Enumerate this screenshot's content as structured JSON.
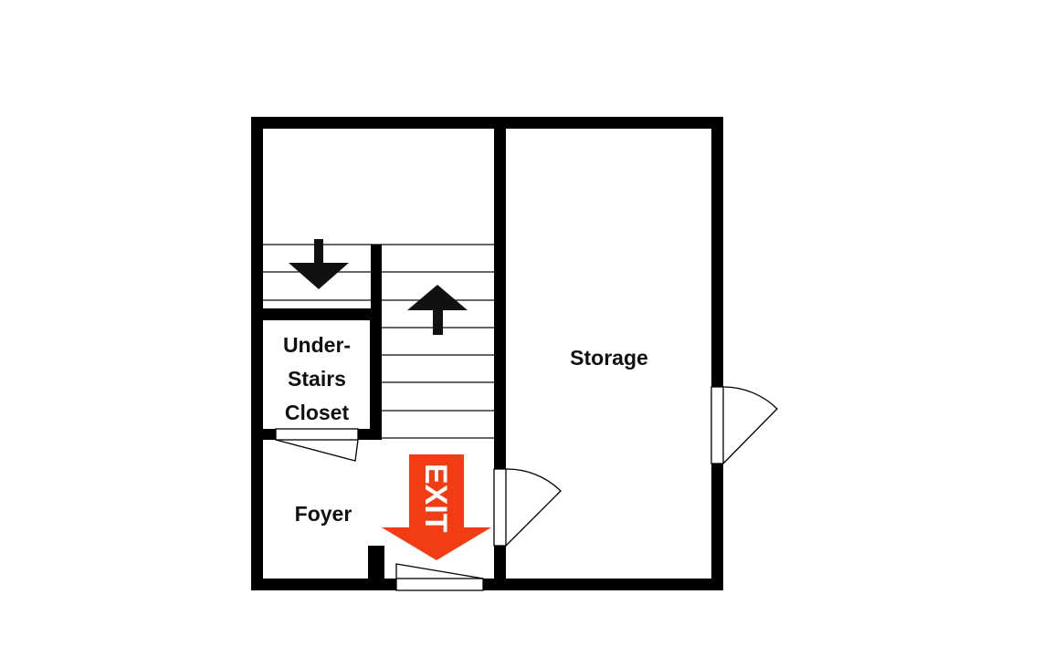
{
  "rooms": {
    "closet_line1": "Under-",
    "closet_line2": "Stairs",
    "closet_line3": "Closet",
    "foyer": "Foyer",
    "storage": "Storage"
  },
  "exit_sign": {
    "label": "EXIT",
    "color": "#f23c14"
  },
  "wall_color": "#000000"
}
